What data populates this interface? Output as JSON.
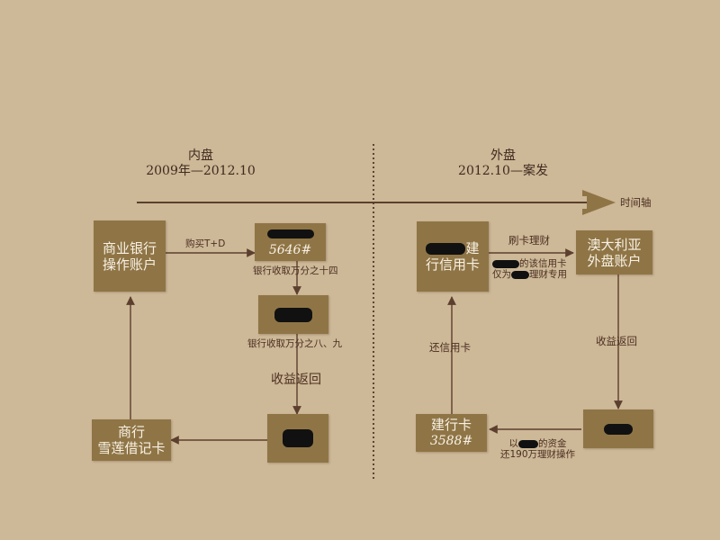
{
  "left": {
    "title_line1": "内盘",
    "title_line2": "2009年—2012.10",
    "box_commercial_account_line1": "商业银行",
    "box_commercial_account_line2": "操作账户",
    "label_buy": "购买T+D",
    "box_account_5646_num": "5646#",
    "label_fee_14": "银行收取万分之十四",
    "label_fee_8_9": "银行收取万分之八、九",
    "label_return": "收益返回",
    "box_debit_card_line1": "商行",
    "box_debit_card_line2": "雪莲借记卡"
  },
  "right": {
    "title_line1": "外盘",
    "title_line2": "2012.10—案发",
    "box_ccb_credit_line1_suffix": "建",
    "box_ccb_credit_line2": "行信用卡",
    "label_swipe": "刷卡理财",
    "label_card_note_line1_suffix": "的该信用卡",
    "label_card_note_line2_prefix": "仅为",
    "label_card_note_line2_suffix": "理财专用",
    "box_aus_account_line1": "澳大利亚",
    "box_aus_account_line2": "外盘账户",
    "label_return": "收益返回",
    "label_repay": "还信用卡",
    "box_ccb_card_line1": "建行卡",
    "box_ccb_card_num": "3588#",
    "label_funds_line1_prefix": "以",
    "label_funds_line1_suffix": "的资金",
    "label_funds_line2": "还190万理财操作"
  },
  "timeline_label": "时间轴",
  "colors": {
    "background": "#cdb897",
    "box_fill": "#8f7546",
    "line": "#5c3f2e",
    "timeline_arrow": "#8f7546"
  }
}
